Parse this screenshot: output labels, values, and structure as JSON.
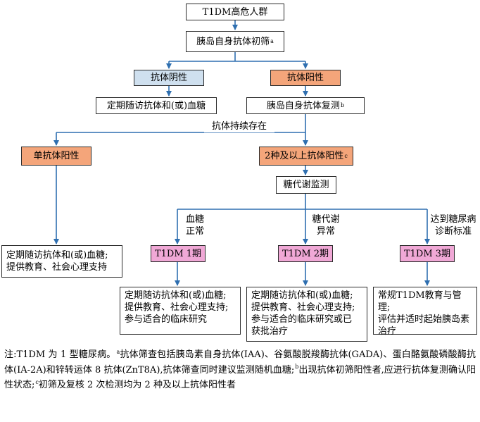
{
  "nodes": {
    "high_risk": "T1DM高危人群",
    "initial_screen": "胰岛自身抗体初筛",
    "initial_screen_sup": "a",
    "ab_negative": "抗体阴性",
    "ab_positive": "抗体阳性",
    "negative_followup": "定期随访抗体和(或)血糖",
    "recheck": "胰岛自身抗体复测",
    "recheck_sup": "b",
    "single_positive": "单抗体阳性",
    "multi_positive": "2种及以上抗体阳性",
    "multi_positive_sup": "c",
    "metabolic_monitor": "糖代谢监测",
    "single_followup": [
      "定期随访抗体和(或)血糖;",
      "提供教育、社会心理支持"
    ],
    "stage1": "T1DM 1期",
    "stage2": "T1DM 2期",
    "stage3": "T1DM 3期",
    "stage1_box": [
      "定期随访抗体和(或)血糖;",
      "提供教育、社会心理支持;",
      "参与适合的临床研究"
    ],
    "stage2_box": [
      "定期随访抗体和(或)血糖;",
      "提供教育、社会心理支持;",
      "参与适合的临床研究或已",
      "获批治疗"
    ],
    "stage3_box": [
      "常规T1DM教育与管理;",
      "评估并适时起始胰岛素",
      "治疗"
    ]
  },
  "edge_labels": {
    "persist": "抗体持续存在",
    "normal": [
      "血糖",
      "正常"
    ],
    "abnormal": [
      "糖代谢",
      "异常"
    ],
    "diagnosis": [
      "达到糖尿病",
      "诊断标准"
    ]
  },
  "note": [
    "注:T1DM 为 1 型糖尿病。",
    "a",
    "抗体筛查包括胰岛素自身抗体(IAA)、谷氨酸脱羧酶抗体(GADA)、蛋白酪氨酸磷酸酶抗体(IA-2A)和锌转运体 8 抗体(ZnT8A),抗体筛查同时建议监测随机血糖;",
    "b",
    "出现抗体初筛阳性者,应进行抗体复测确认阳性状态;",
    "c",
    "初筛及复核 2 次检测均为 2 种及以上抗体阳性者"
  ],
  "colors": {
    "line": "#2f6fb0",
    "negative_fill": "#cfe0ef",
    "positive_fill": "#f4a57a",
    "stage_fill": "#f0a8d6"
  }
}
